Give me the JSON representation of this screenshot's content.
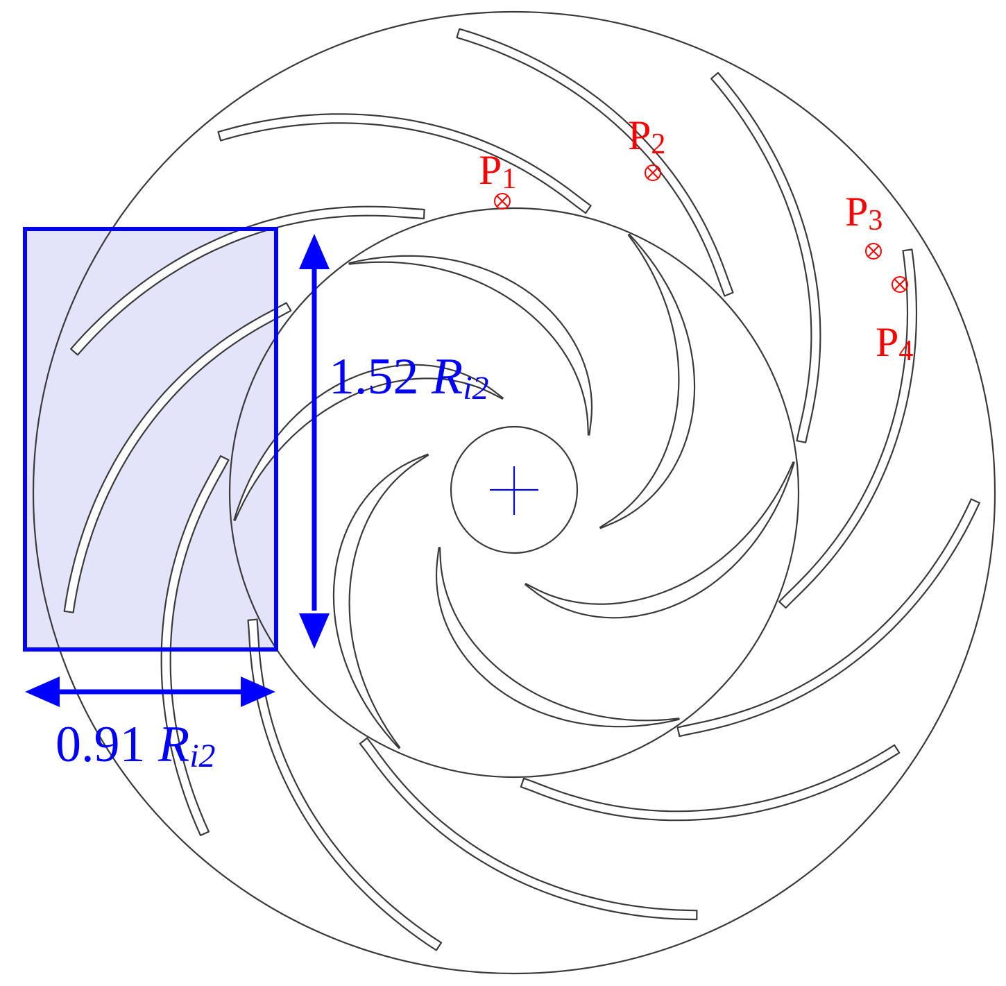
{
  "colors": {
    "measurement": "#0000ff",
    "region_fill": "#e3e3f9",
    "monitor_points": "#ff0000",
    "geometry": "#3a3a3a"
  },
  "structure": {
    "impeller_blade_count": 6,
    "diffuser_vane_count": 11,
    "center_marker": "crosshair"
  },
  "dimensions": {
    "height_label": {
      "value": "1.52",
      "symbol": "R",
      "subscript": "i2"
    },
    "width_label": {
      "value": "0.91",
      "symbol": "R",
      "subscript": "i2"
    }
  },
  "monitoring_points": [
    {
      "letter": "P",
      "index": "1",
      "marker": "circled-x"
    },
    {
      "letter": "P",
      "index": "2",
      "marker": "circled-x"
    },
    {
      "letter": "P",
      "index": "3",
      "marker": "circled-x"
    },
    {
      "letter": "P",
      "index": "4",
      "marker": "circled-x"
    }
  ]
}
